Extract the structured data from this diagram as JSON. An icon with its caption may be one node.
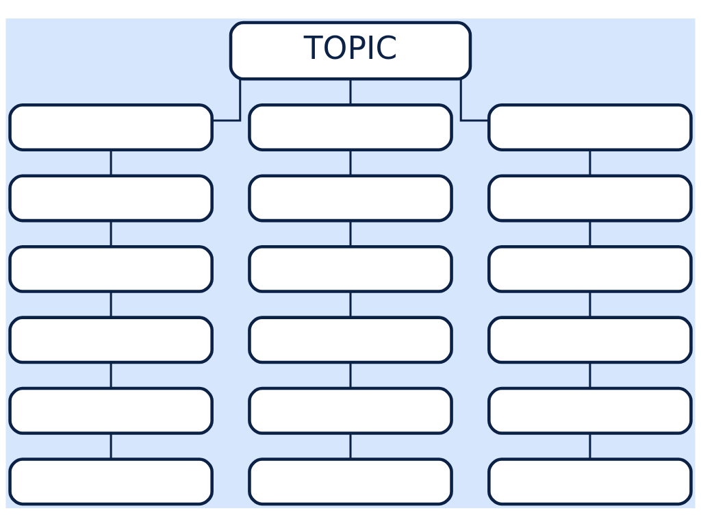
{
  "diagram": {
    "nodes": [
      {
        "text": [
          "TOPIC"
        ]
      },
      {
        "text": [],
        "shape": "box"
      },
      {
        "text": [],
        "shape": "box"
      },
      {
        "text": [],
        "shape": "box"
      },
      {
        "text": [],
        "shape": "box"
      },
      {
        "text": [],
        "shape": "box"
      },
      {
        "text": [],
        "shape": "box"
      },
      {
        "text": [],
        "shape": "box"
      },
      {
        "text": [],
        "shape": "box"
      },
      {
        "text": [],
        "shape": "box"
      },
      {
        "text": [],
        "shape": "box"
      },
      {
        "text": [],
        "shape": "box"
      },
      {
        "text": [],
        "shape": "box"
      },
      {
        "text": [],
        "shape": "box"
      },
      {
        "text": [],
        "shape": "box"
      },
      {
        "text": [],
        "shape": "box"
      },
      {
        "text": [],
        "shape": "box"
      },
      {
        "text": [],
        "shape": "box"
      },
      {
        "text": [],
        "shape": "box"
      }
    ],
    "edges": [
      {
        "from": 0,
        "to": 1,
        "arrow": "none"
      },
      {
        "from": 0,
        "to": 2,
        "arrow": "none"
      },
      {
        "from": 0,
        "to": 3,
        "arrow": "none"
      },
      {
        "from": 1,
        "to": 4,
        "arrow": "none"
      },
      {
        "from": 4,
        "to": 7,
        "arrow": "none"
      },
      {
        "from": 7,
        "to": 10,
        "arrow": "none"
      },
      {
        "from": 10,
        "to": 13,
        "arrow": "none"
      },
      {
        "from": 13,
        "to": 16,
        "arrow": "none"
      },
      {
        "from": 2,
        "to": 5,
        "arrow": "none"
      },
      {
        "from": 5,
        "to": 8,
        "arrow": "none"
      },
      {
        "from": 8,
        "to": 11,
        "arrow": "none"
      },
      {
        "from": 11,
        "to": 14,
        "arrow": "none"
      },
      {
        "from": 14,
        "to": 17,
        "arrow": "none"
      },
      {
        "from": 3,
        "to": 6,
        "arrow": "none"
      },
      {
        "from": 6,
        "to": 9,
        "arrow": "none"
      },
      {
        "from": 9,
        "to": 12,
        "arrow": "none"
      },
      {
        "from": 12,
        "to": 15,
        "arrow": "none"
      },
      {
        "from": 15,
        "to": 18,
        "arrow": "none"
      }
    ]
  }
}
